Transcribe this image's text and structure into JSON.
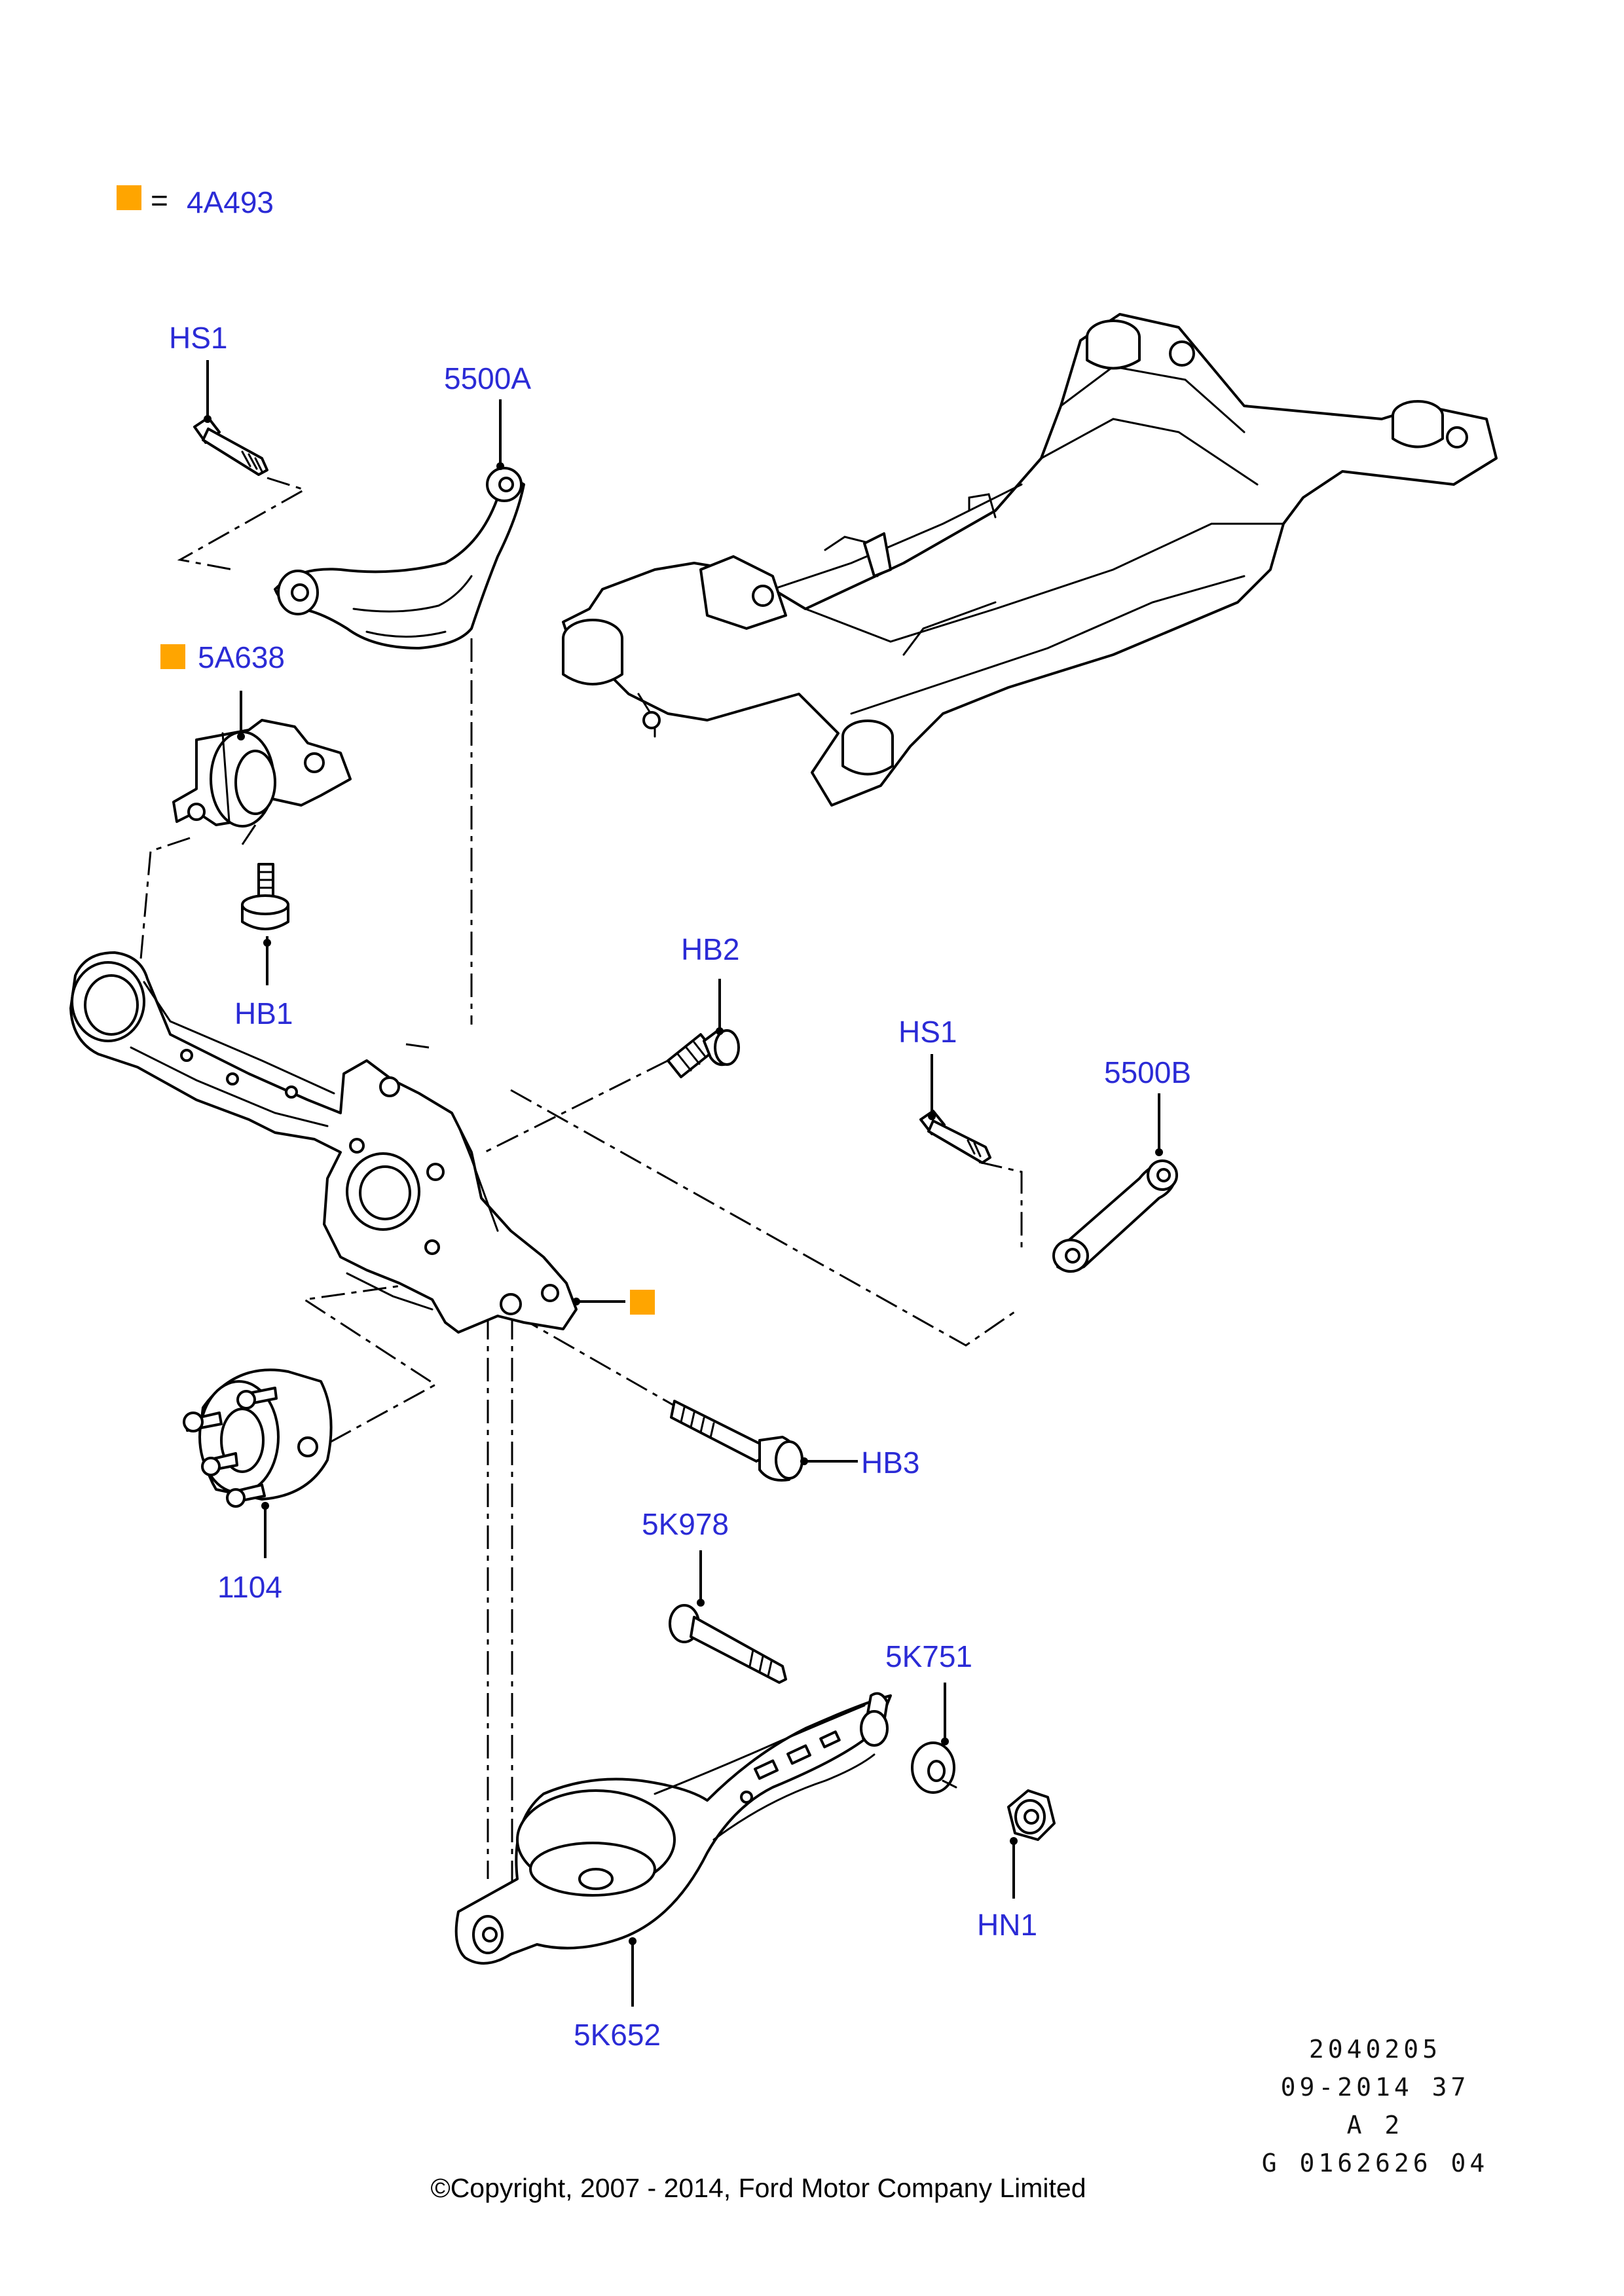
{
  "legend": {
    "marker_color": "#ffa500",
    "equals": "=",
    "code": "4A493"
  },
  "labels": {
    "hs1_top": "HS1",
    "p5500a": "5500A",
    "p5a638": "5A638",
    "hb1": "HB1",
    "hb2": "HB2",
    "hs1_right": "HS1",
    "p5500b": "5500B",
    "hb3": "HB3",
    "p1104": "1104",
    "p5k978": "5K978",
    "p5k751": "5K751",
    "hn1": "HN1",
    "p5k652": "5K652"
  },
  "meta": {
    "line1": "2040205",
    "line2": "09-2014 37",
    "line3": "A 2",
    "line4": "G 0162626 04"
  },
  "copyright": "©Copyright, 2007 - 2014, Ford Motor Company Limited",
  "colors": {
    "label": "#2b2bd6",
    "marker": "#ffa500",
    "line": "#000000"
  }
}
